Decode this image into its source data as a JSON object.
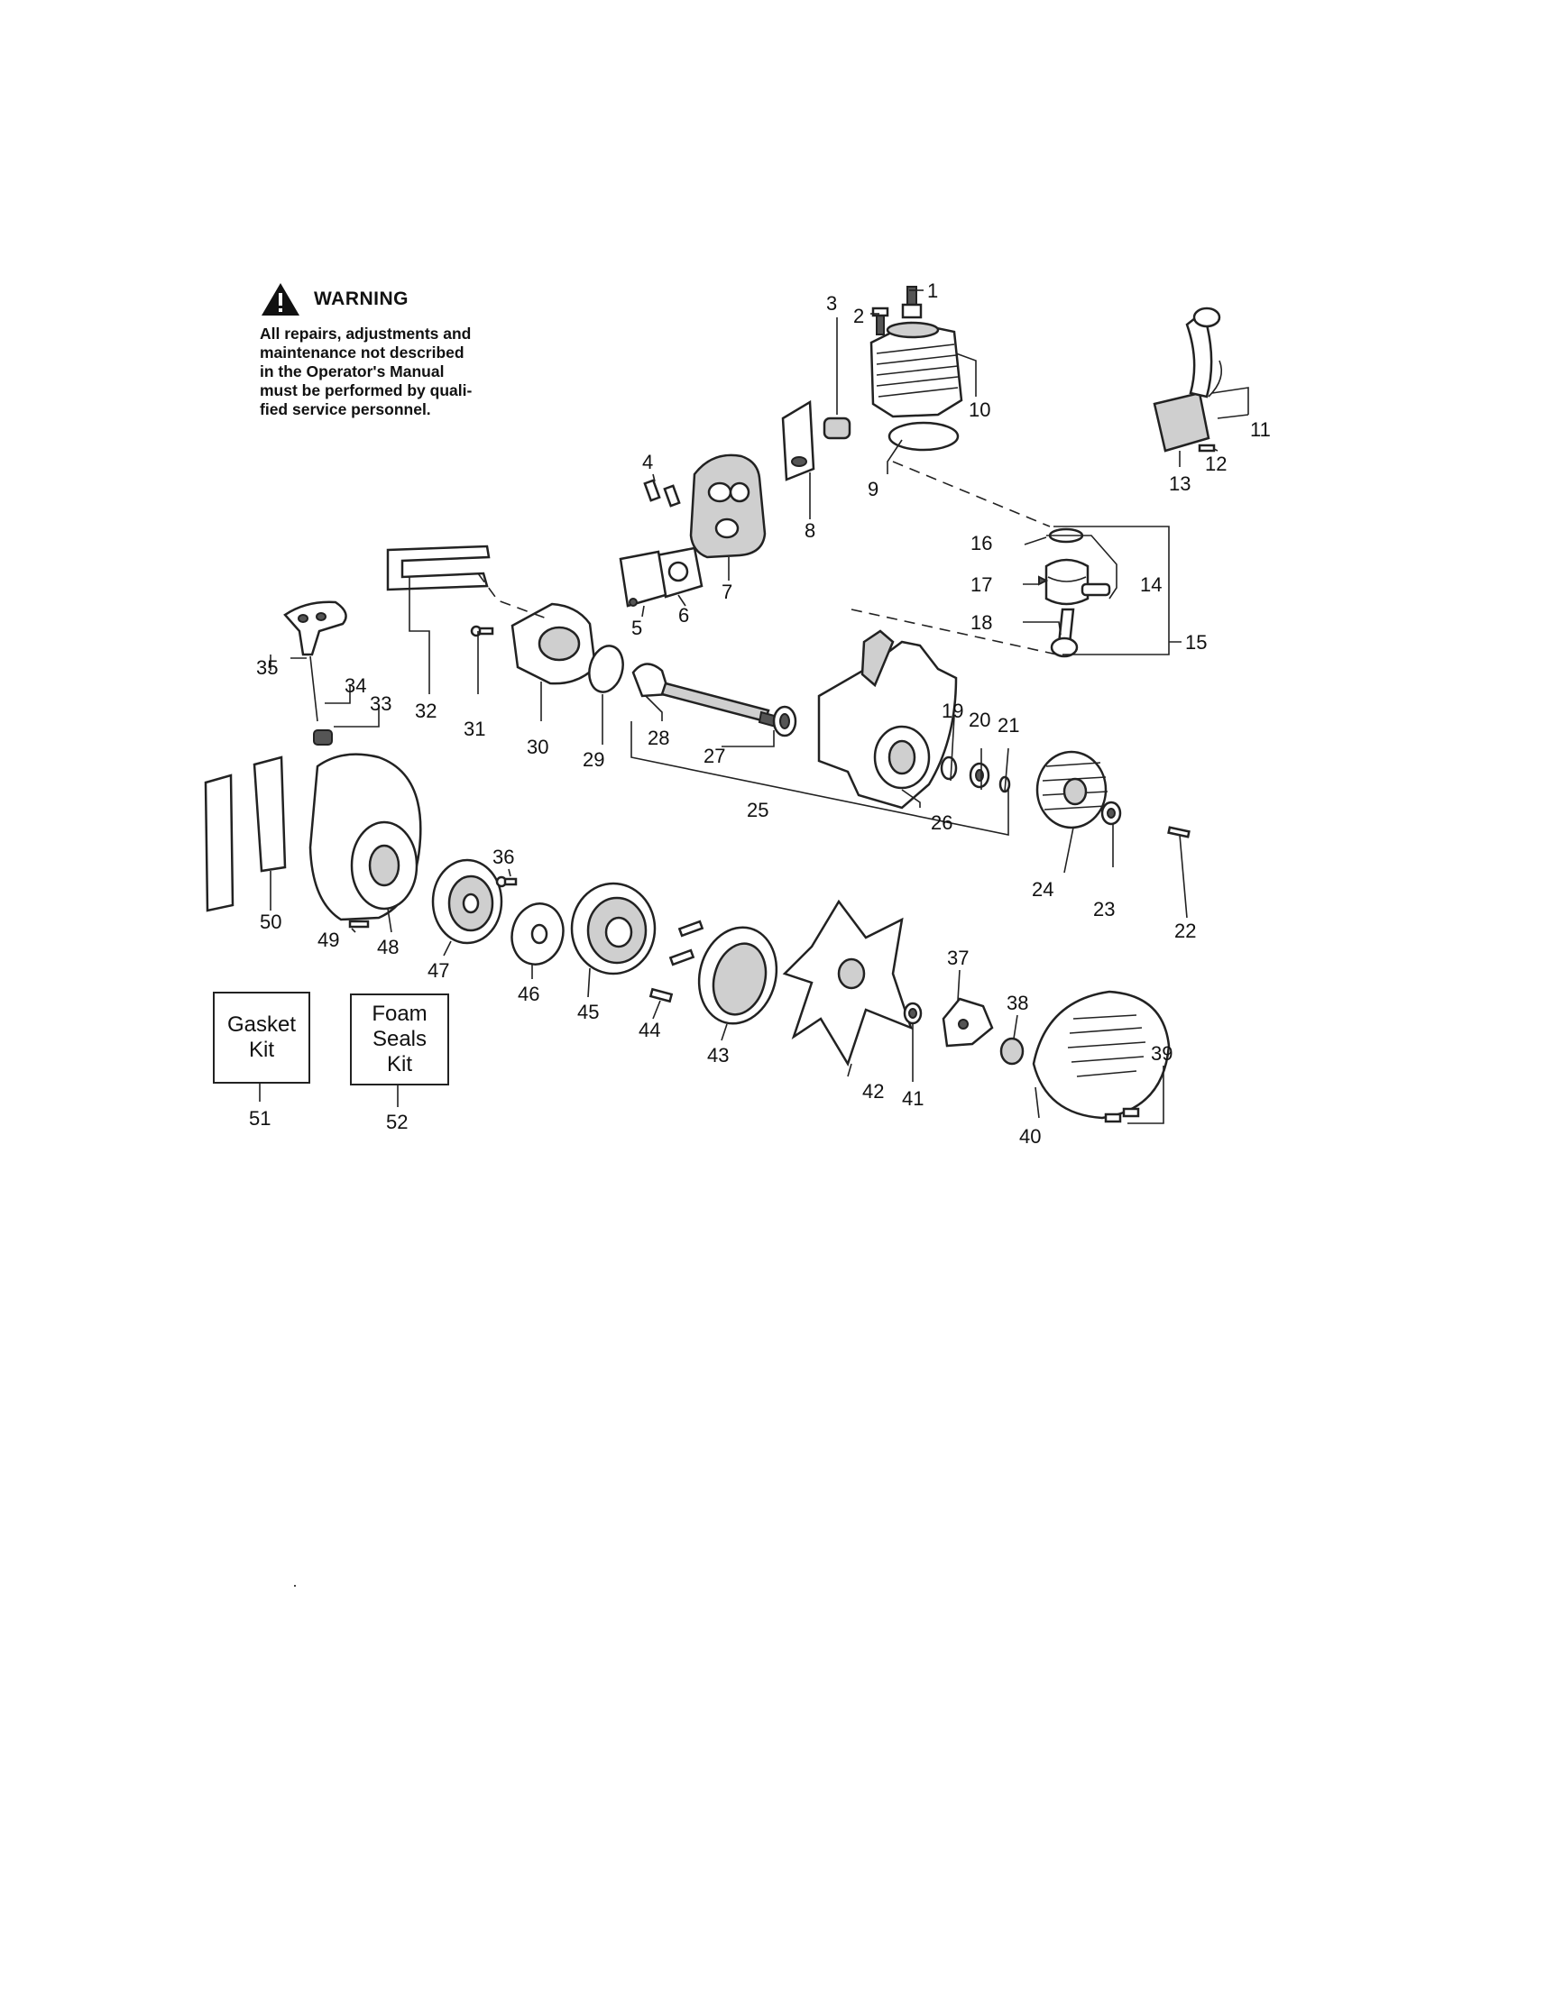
{
  "warning": {
    "title": "WARNING",
    "lines": [
      "All repairs, adjustments and",
      "maintenance not described",
      "in the Operator's Manual",
      "must be performed by quali-",
      "fied service personnel."
    ]
  },
  "kits": {
    "gasket": {
      "line1": "Gasket",
      "line2": "Kit",
      "number": "51"
    },
    "foam": {
      "line1": "Foam",
      "line2": "Seals",
      "line3": "Kit",
      "number": "52"
    }
  },
  "part_numbers": [
    "1",
    "2",
    "3",
    "4",
    "5",
    "6",
    "7",
    "8",
    "9",
    "10",
    "11",
    "12",
    "13",
    "14",
    "15",
    "16",
    "17",
    "18",
    "19",
    "20",
    "21",
    "22",
    "23",
    "24",
    "25",
    "26",
    "27",
    "28",
    "29",
    "30",
    "31",
    "32",
    "33",
    "34",
    "35",
    "36",
    "37",
    "38",
    "39",
    "40",
    "41",
    "42",
    "43",
    "44",
    "45",
    "46",
    "47",
    "48",
    "49",
    "50"
  ],
  "icons": {
    "warning": "warning-triangle-icon"
  }
}
